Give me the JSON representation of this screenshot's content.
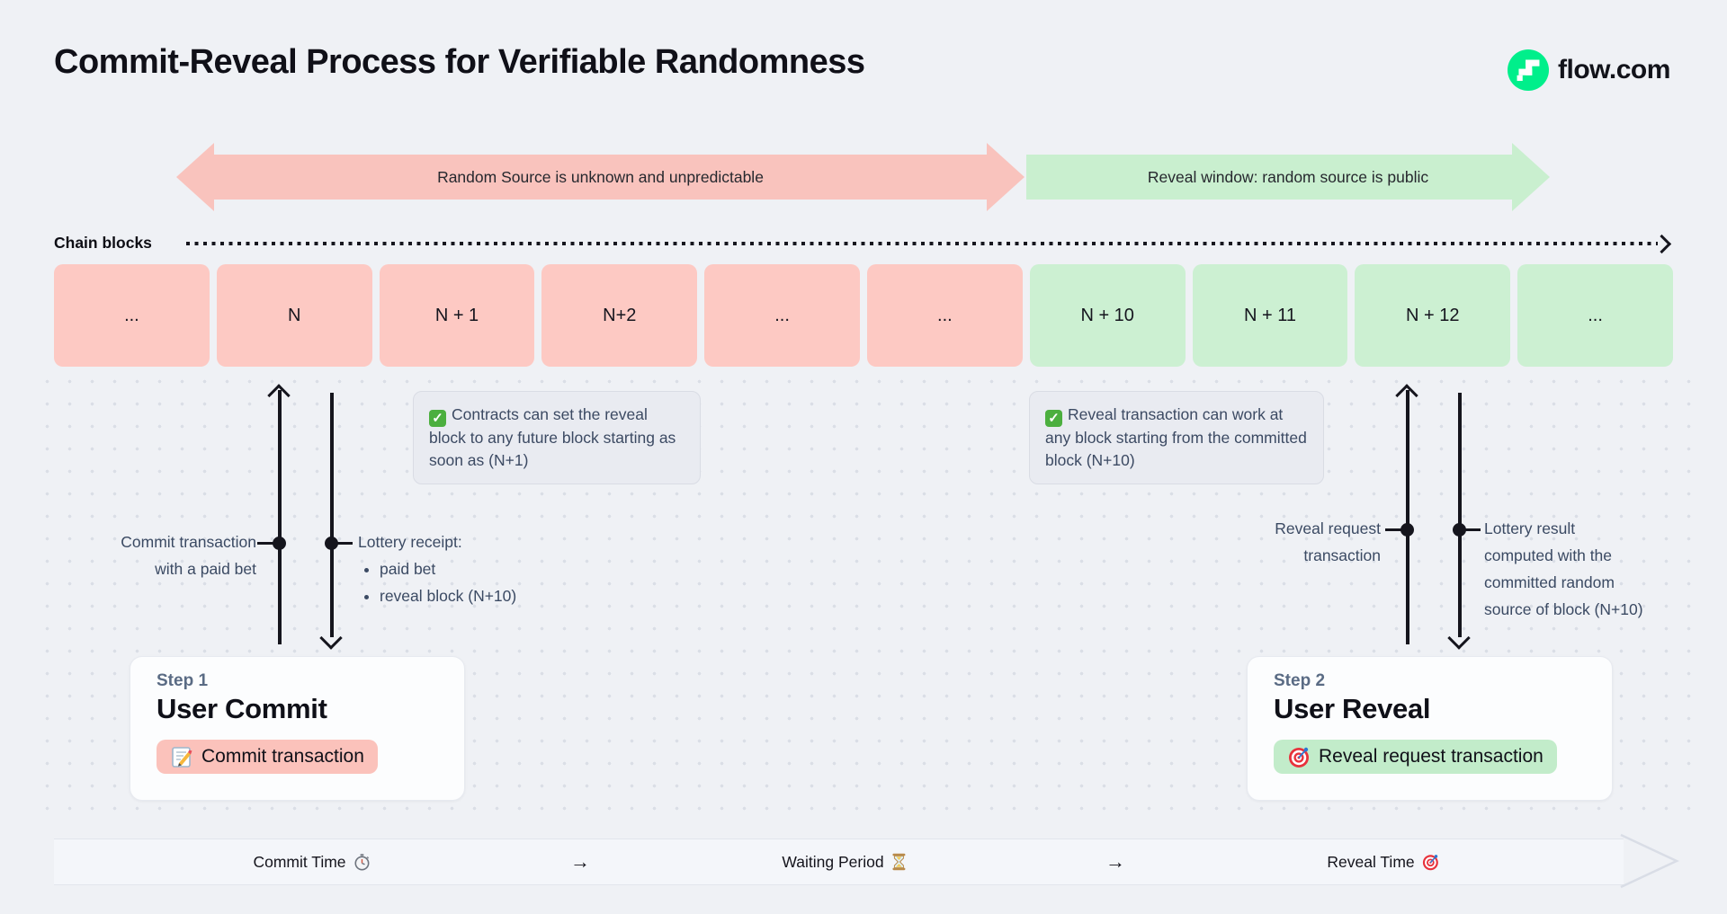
{
  "page": {
    "title": "Commit-Reveal Process for Verifiable Randomness",
    "brand": "flow.com"
  },
  "phase_arrows": {
    "commit": "Random Source is unknown and unpredictable",
    "reveal": "Reveal window: random source is public"
  },
  "chain": {
    "label": "Chain blocks",
    "blocks": [
      {
        "label": "...",
        "phase": "commit"
      },
      {
        "label": "N",
        "phase": "commit"
      },
      {
        "label": "N + 1",
        "phase": "commit"
      },
      {
        "label": "N+2",
        "phase": "commit"
      },
      {
        "label": "...",
        "phase": "commit"
      },
      {
        "label": "...",
        "phase": "commit"
      },
      {
        "label": "N + 10",
        "phase": "reveal"
      },
      {
        "label": "N + 11",
        "phase": "reveal"
      },
      {
        "label": "N + 12",
        "phase": "reveal"
      },
      {
        "label": "...",
        "phase": "reveal"
      }
    ]
  },
  "notes": {
    "commit_note": "Contracts can set the reveal block to any future block starting as soon as (N+1)",
    "reveal_note": "Reveal transaction can work at any block starting from the committed block (N+10)",
    "note_icon": "check-icon"
  },
  "commit_flow": {
    "up_label_lines": [
      "Commit transaction",
      "with a paid bet"
    ],
    "receipt_title": "Lottery receipt:",
    "receipt_items": [
      "paid bet",
      "reveal block (N+10)"
    ]
  },
  "reveal_flow": {
    "up_label_lines": [
      "Reveal request",
      "transaction"
    ],
    "down_label_lines": [
      "Lottery result",
      "computed with the",
      "committed random",
      "source of block (N+10)"
    ]
  },
  "steps": [
    {
      "step_label": "Step 1",
      "title": "User Commit",
      "badge": "Commit transaction",
      "badge_icon": "memo-icon"
    },
    {
      "step_label": "Step 2",
      "title": "User Reveal",
      "badge": "Reveal request transaction",
      "badge_icon": "target-icon"
    }
  ],
  "timeline": {
    "items": [
      {
        "label": "Commit Time",
        "icon": "stopwatch-icon"
      },
      {
        "label": "Waiting Period",
        "icon": "hourglass-icon"
      },
      {
        "label": "Reveal Time",
        "icon": "target-icon"
      }
    ],
    "arrow": "→"
  },
  "colors": {
    "background": "#eff1f5",
    "commit_pink_arrow": "#f9c3bd",
    "commit_pink_block": "#fdc9c3",
    "reveal_green_arrow": "#c9efcf",
    "reveal_green_block": "#ccf0d2",
    "note_text": "#3c4a63",
    "dark_ink": "#15151d",
    "flow_brand_green": "#00ef8b"
  }
}
